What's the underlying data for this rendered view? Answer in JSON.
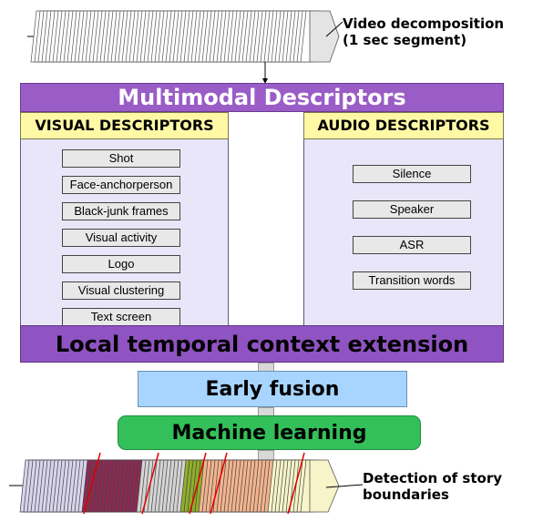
{
  "top_label": {
    "line1": "Video decomposition",
    "line2": "(1 sec segment)"
  },
  "multimodal_title": "Multimodal Descriptors",
  "visual": {
    "header": "VISUAL DESCRIPTORS",
    "items": [
      "Shot",
      "Face-anchorperson",
      "Black-junk frames",
      "Visual activity",
      "Logo",
      "Visual clustering",
      "Text screen"
    ]
  },
  "audio": {
    "header": "AUDIO DESCRIPTORS",
    "items": [
      "Silence",
      "Speaker",
      "ASR",
      "Transition words"
    ]
  },
  "local_context": "Local temporal context extension",
  "early_fusion": "Early fusion",
  "machine_learning": "Machine learning",
  "bottom_label": {
    "line1": "Detection of story",
    "line2": "boundaries"
  },
  "colors": {
    "purple": "#9a5cc6",
    "header_yellow": "#fff9a6",
    "panel_lavender": "#e8e6f8",
    "early_fusion_blue": "#a8d5ff",
    "machine_learning_green": "#33c05a",
    "story_segments": [
      "#d8d4ec",
      "#8b2a52",
      "#d4d4d4",
      "#8fae2a",
      "#f2b48e",
      "#f6f4c8"
    ],
    "boundary_red": "#e00000"
  }
}
